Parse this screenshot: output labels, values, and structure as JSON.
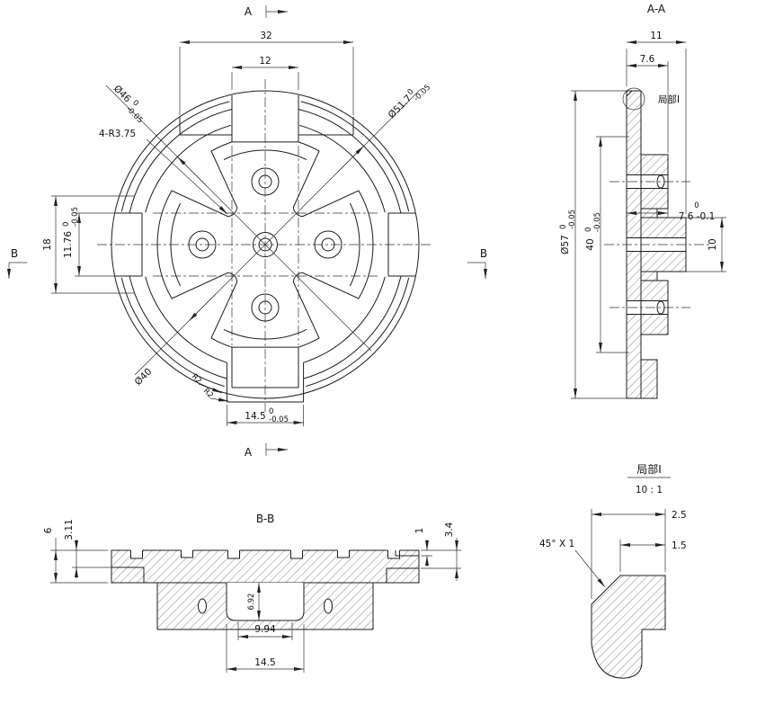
{
  "front": {
    "a_top": "A",
    "a_bottom": "A",
    "b_left": "B",
    "b_right": "B",
    "d32": "32",
    "d12": "12",
    "d18": "18",
    "d1176": "11.76",
    "d1176_tu": "0",
    "d1176_tl": "-0.05",
    "d46": "Ø46",
    "d46_tu": "0",
    "d46_tl": "-0.05",
    "d517": "Ø51.7",
    "d517_tu": "0",
    "d517_tl": "-0.05",
    "r375": "4-R3.75",
    "d40": "Ø40",
    "r2a": "R2",
    "r2b": "R2",
    "d145": "14.5",
    "d145_tu": "0",
    "d145_tl": "-0.05"
  },
  "aa": {
    "title": "A-A",
    "d11": "11",
    "d76": "7.6",
    "callout": "局部I",
    "d57": "Ø57",
    "d57_tu": "0",
    "d57_tl": "-0.05",
    "d40": "40",
    "d40_tu": "0",
    "d40_tl": "-0.05",
    "d76r_tu": "0",
    "d76r": "7.6 -0.1",
    "d10": "10"
  },
  "bb": {
    "title": "B-B",
    "d6": "6",
    "d311": "3.11",
    "d1": "1",
    "d34": "3.4",
    "d692": "6.92",
    "d994": "9.94",
    "d145": "14.5"
  },
  "detail": {
    "title": "局部I",
    "scale": "10 : 1",
    "d25": "2.5",
    "d15": "1.5",
    "chamfer": "45° X 1"
  }
}
